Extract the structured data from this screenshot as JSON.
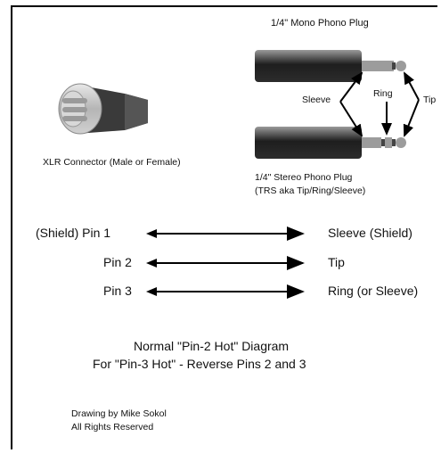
{
  "top_labels": {
    "mono_plug": "1/4\" Mono Phono Plug",
    "stereo_plug_line1": "1/4\" Stereo Phono Plug",
    "stereo_plug_line2": "(TRS aka Tip/Ring/Sleeve)",
    "xlr_connector": "XLR Connector (Male or Female)"
  },
  "plug_callouts": {
    "sleeve": "Sleeve",
    "ring": "Ring",
    "tip": "Tip"
  },
  "pin_map": [
    {
      "left": "(Shield) Pin 1",
      "right": "Sleeve (Shield)"
    },
    {
      "left": "Pin 2",
      "right": "Tip"
    },
    {
      "left": "Pin 3",
      "right": "Ring (or Sleeve)"
    }
  ],
  "caption": {
    "line1": "Normal \"Pin-2 Hot\" Diagram",
    "line2": "For \"Pin-3 Hot\" - Reverse Pins 2 and 3"
  },
  "credit": {
    "line1": "Drawing by Mike Sokol",
    "line2": "All Rights Reserved"
  }
}
